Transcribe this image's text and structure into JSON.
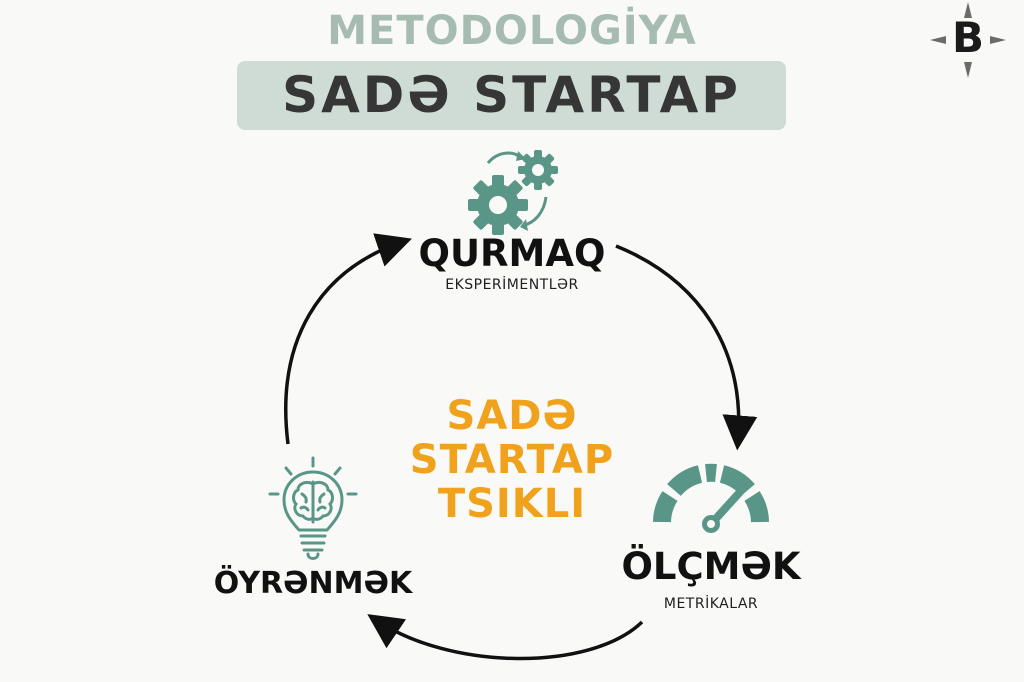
{
  "header": {
    "subtitle": "METODOLOGİYA",
    "title": "SADƏ STARTAP"
  },
  "logo": {
    "letter": "B"
  },
  "stages": {
    "build": {
      "label": "QURMAQ",
      "sub": "EKSPERİMENTLƏR",
      "icon": "gears-icon"
    },
    "measure": {
      "label": "ÖLÇMƏK",
      "sub": "METRİKALAR",
      "icon": "speedometer-icon"
    },
    "learn": {
      "label": "ÖYRƏNMƏK",
      "icon": "lightbulb-brain-icon"
    }
  },
  "center": {
    "line1": "SADƏ",
    "line2": "STARTAP",
    "line3": "TSIKLI"
  },
  "colors": {
    "accent": "#5a9688",
    "center_text": "#f0a21c",
    "title_bg": "#cfdcd5",
    "subtitle": "#a7bcb1"
  }
}
